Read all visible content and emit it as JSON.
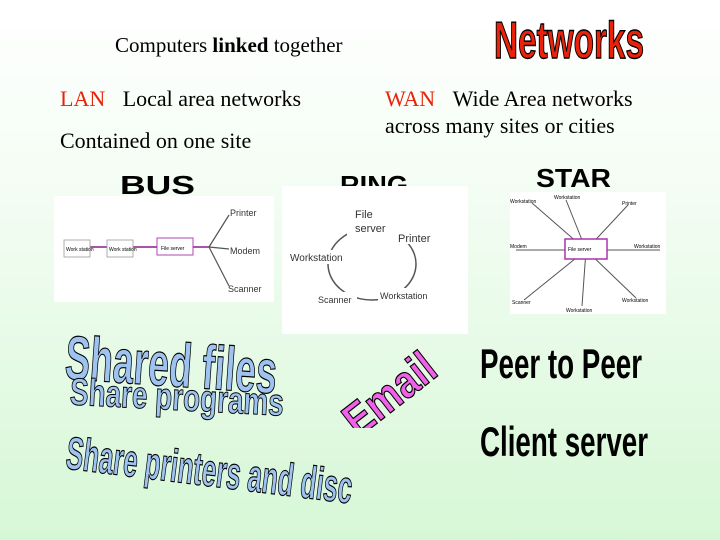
{
  "header": {
    "intro_prefix": "Computers",
    "intro_bold": "linked",
    "intro_suffix": "together",
    "title": "Networks"
  },
  "lan": {
    "abbr": "LAN",
    "text": "Local area networks",
    "line2": "Contained on one site"
  },
  "wan": {
    "abbr": "WAN",
    "text": "Wide Area networks",
    "line2": "across many sites or cities"
  },
  "topologies": {
    "bus": {
      "title": "BUS",
      "labels": {
        "printer": "Printer",
        "modem": "Modem",
        "scanner": "Scanner",
        "fileserver": "File server",
        "workstation": "Work station",
        "workstation2": "Work station"
      }
    },
    "ring": {
      "title": "RING",
      "labels": {
        "fileserver1": "File",
        "fileserver2": "server",
        "printer": "Printer",
        "workstation": "Workstation",
        "scanner": "Scanner",
        "workstation2": "Workstation"
      }
    },
    "star": {
      "title": "STAR",
      "labels": {
        "hub": "File server",
        "top_left": "Workstation",
        "top": "Workstation",
        "right_top": "Printer",
        "left": "Modem",
        "right": "Workstation",
        "bottom_left": "Scanner",
        "bottom": "Workstation",
        "bottom_right": "Workstation"
      }
    }
  },
  "benefits": {
    "shared_files": "Shared files",
    "share_programs": "Share programs",
    "share_printers": "Share printers and disc",
    "email": "Email",
    "peer": "Peer to Peer",
    "client_server": "Client server"
  },
  "colors": {
    "red": "#e8230a",
    "wordart_blue": "#9ec3f0",
    "wordart_pink": "#f060e8",
    "outline": "#000000"
  }
}
